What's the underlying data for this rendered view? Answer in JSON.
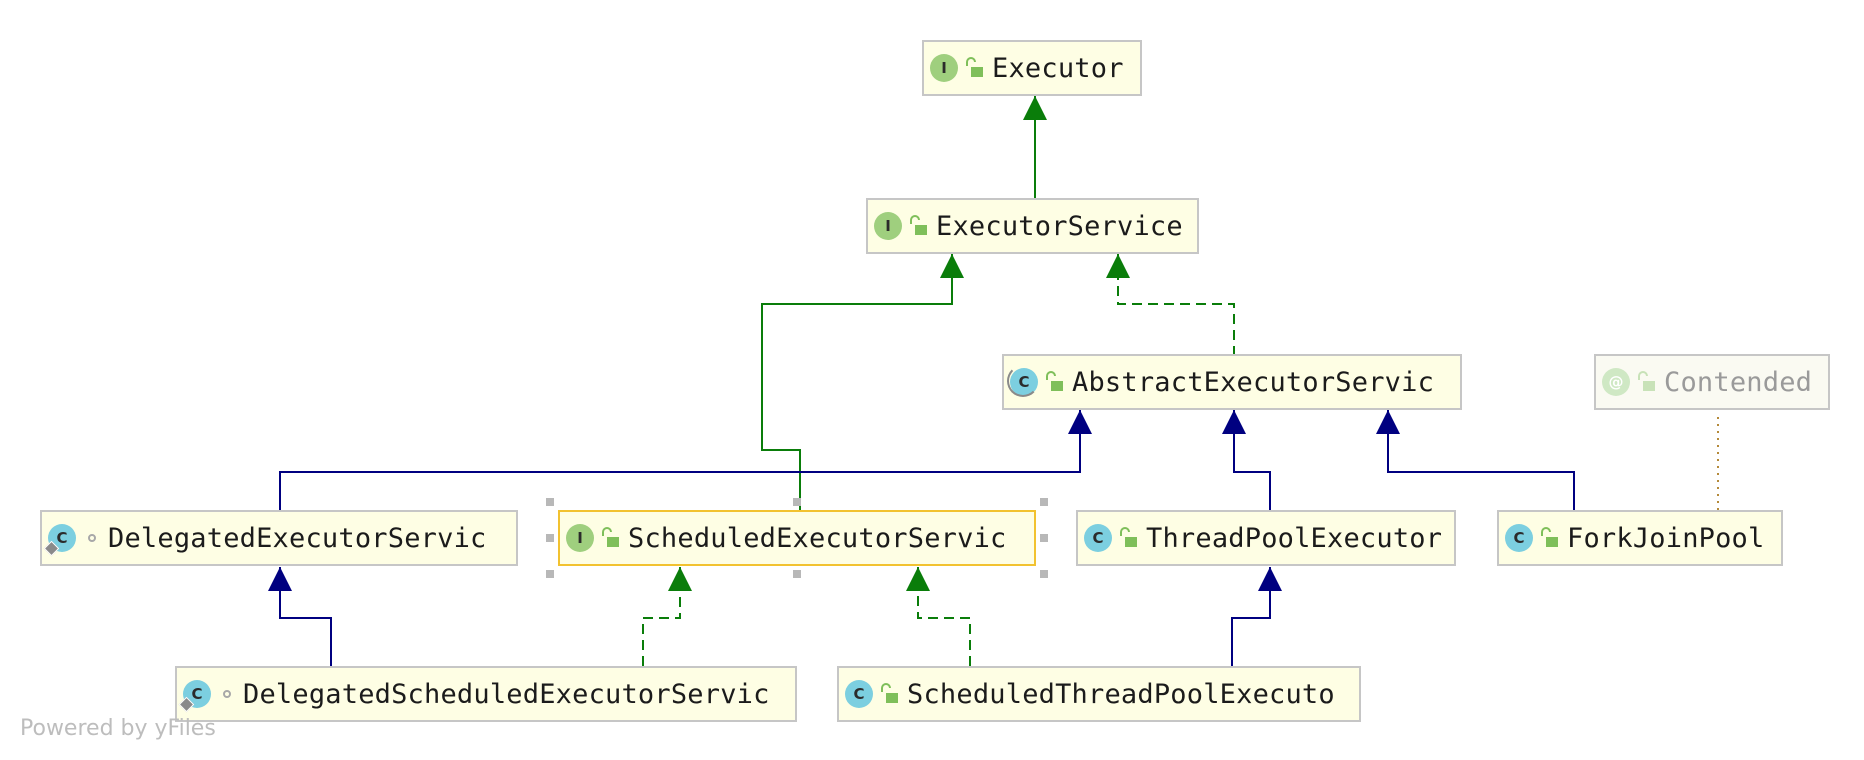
{
  "diagram": {
    "nodes": [
      {
        "id": "executor",
        "label": "Executor",
        "kind": "interface",
        "badge": "I",
        "visibility": "public"
      },
      {
        "id": "executor-service",
        "label": "ExecutorService",
        "kind": "interface",
        "badge": "I",
        "visibility": "public"
      },
      {
        "id": "abstract-executor-service",
        "label": "AbstractExecutorServic",
        "kind": "abstract-class",
        "badge": "C",
        "visibility": "public"
      },
      {
        "id": "contended",
        "label": "Contended",
        "kind": "annotation",
        "badge": "@",
        "visibility": "public"
      },
      {
        "id": "delegated-executor-service",
        "label": "DelegatedExecutorServic",
        "kind": "class",
        "badge": "C",
        "visibility": "package"
      },
      {
        "id": "scheduled-executor-service",
        "label": "ScheduledExecutorServic",
        "kind": "interface",
        "badge": "I",
        "visibility": "public",
        "selected": true
      },
      {
        "id": "thread-pool-executor",
        "label": "ThreadPoolExecutor",
        "kind": "class",
        "badge": "C",
        "visibility": "public"
      },
      {
        "id": "fork-join-pool",
        "label": "ForkJoinPool",
        "kind": "class",
        "badge": "C",
        "visibility": "public"
      },
      {
        "id": "delegated-scheduled-executor-service",
        "label": "DelegatedScheduledExecutorServic",
        "kind": "class",
        "badge": "C",
        "visibility": "package"
      },
      {
        "id": "scheduled-thread-pool-executor",
        "label": "ScheduledThreadPoolExecuto",
        "kind": "class",
        "badge": "C",
        "visibility": "public"
      }
    ],
    "edges": [
      {
        "from": "executor-service",
        "to": "executor",
        "type": "extends-interface"
      },
      {
        "from": "scheduled-executor-service",
        "to": "executor-service",
        "type": "extends-interface"
      },
      {
        "from": "abstract-executor-service",
        "to": "executor-service",
        "type": "implements"
      },
      {
        "from": "delegated-executor-service",
        "to": "abstract-executor-service",
        "type": "extends"
      },
      {
        "from": "thread-pool-executor",
        "to": "abstract-executor-service",
        "type": "extends"
      },
      {
        "from": "fork-join-pool",
        "to": "abstract-executor-service",
        "type": "extends"
      },
      {
        "from": "fork-join-pool",
        "to": "contended",
        "type": "annotated"
      },
      {
        "from": "delegated-scheduled-executor-service",
        "to": "delegated-executor-service",
        "type": "extends"
      },
      {
        "from": "delegated-scheduled-executor-service",
        "to": "scheduled-executor-service",
        "type": "implements"
      },
      {
        "from": "scheduled-thread-pool-executor",
        "to": "scheduled-executor-service",
        "type": "implements"
      },
      {
        "from": "scheduled-thread-pool-executor",
        "to": "thread-pool-executor",
        "type": "extends"
      }
    ]
  },
  "colors": {
    "interface_edge": "#0a7d0a",
    "class_edge": "#000080",
    "annotation_edge": "#b58a3a",
    "node_fill": "#fefee4",
    "node_border": "#c6c6c6",
    "selected_border": "#f2c230"
  },
  "footer": {
    "text": "Powered by yFiles"
  }
}
